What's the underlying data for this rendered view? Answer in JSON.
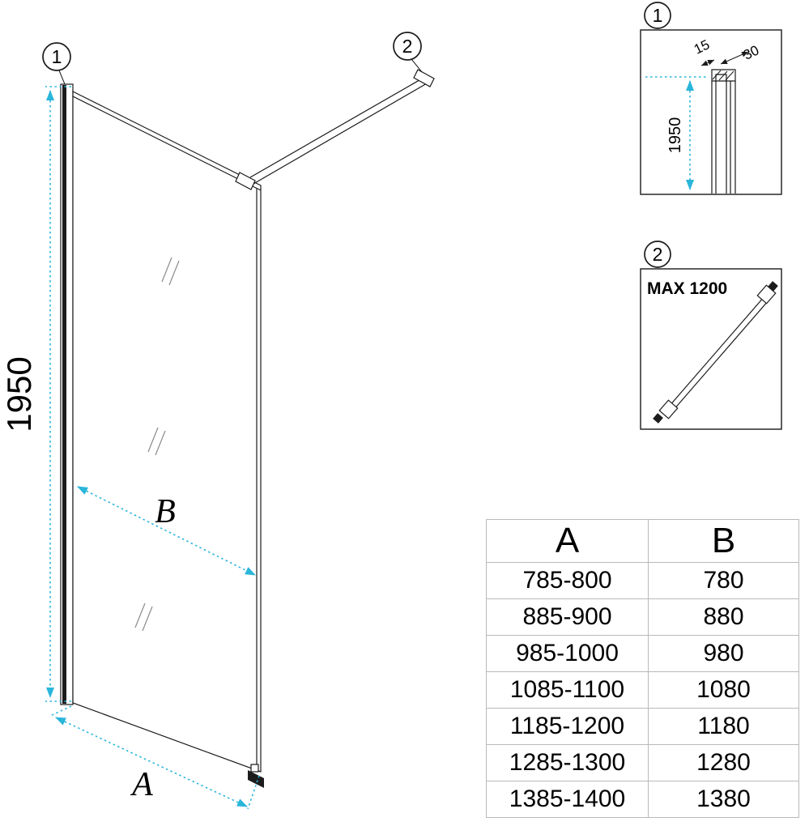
{
  "colors": {
    "line": "#1a1a1a",
    "dimension": "#2ab5da",
    "table_border": "#b9b9b9"
  },
  "main": {
    "callout_1": "1",
    "callout_2": "2",
    "height_dim": "1950",
    "glass_dim_label": "B",
    "width_dim_label": "A"
  },
  "detail_profile": {
    "callout": "1",
    "depth_dim": "15",
    "width_dim": "30",
    "height_dim": "1950"
  },
  "detail_bar": {
    "callout": "2",
    "max_length_label": "MAX 1200"
  },
  "table": {
    "headers": [
      "A",
      "B"
    ],
    "rows": [
      [
        "785-800",
        "780"
      ],
      [
        "885-900",
        "880"
      ],
      [
        "985-1000",
        "980"
      ],
      [
        "1085-1100",
        "1080"
      ],
      [
        "1185-1200",
        "1180"
      ],
      [
        "1285-1300",
        "1280"
      ],
      [
        "1385-1400",
        "1380"
      ]
    ]
  }
}
